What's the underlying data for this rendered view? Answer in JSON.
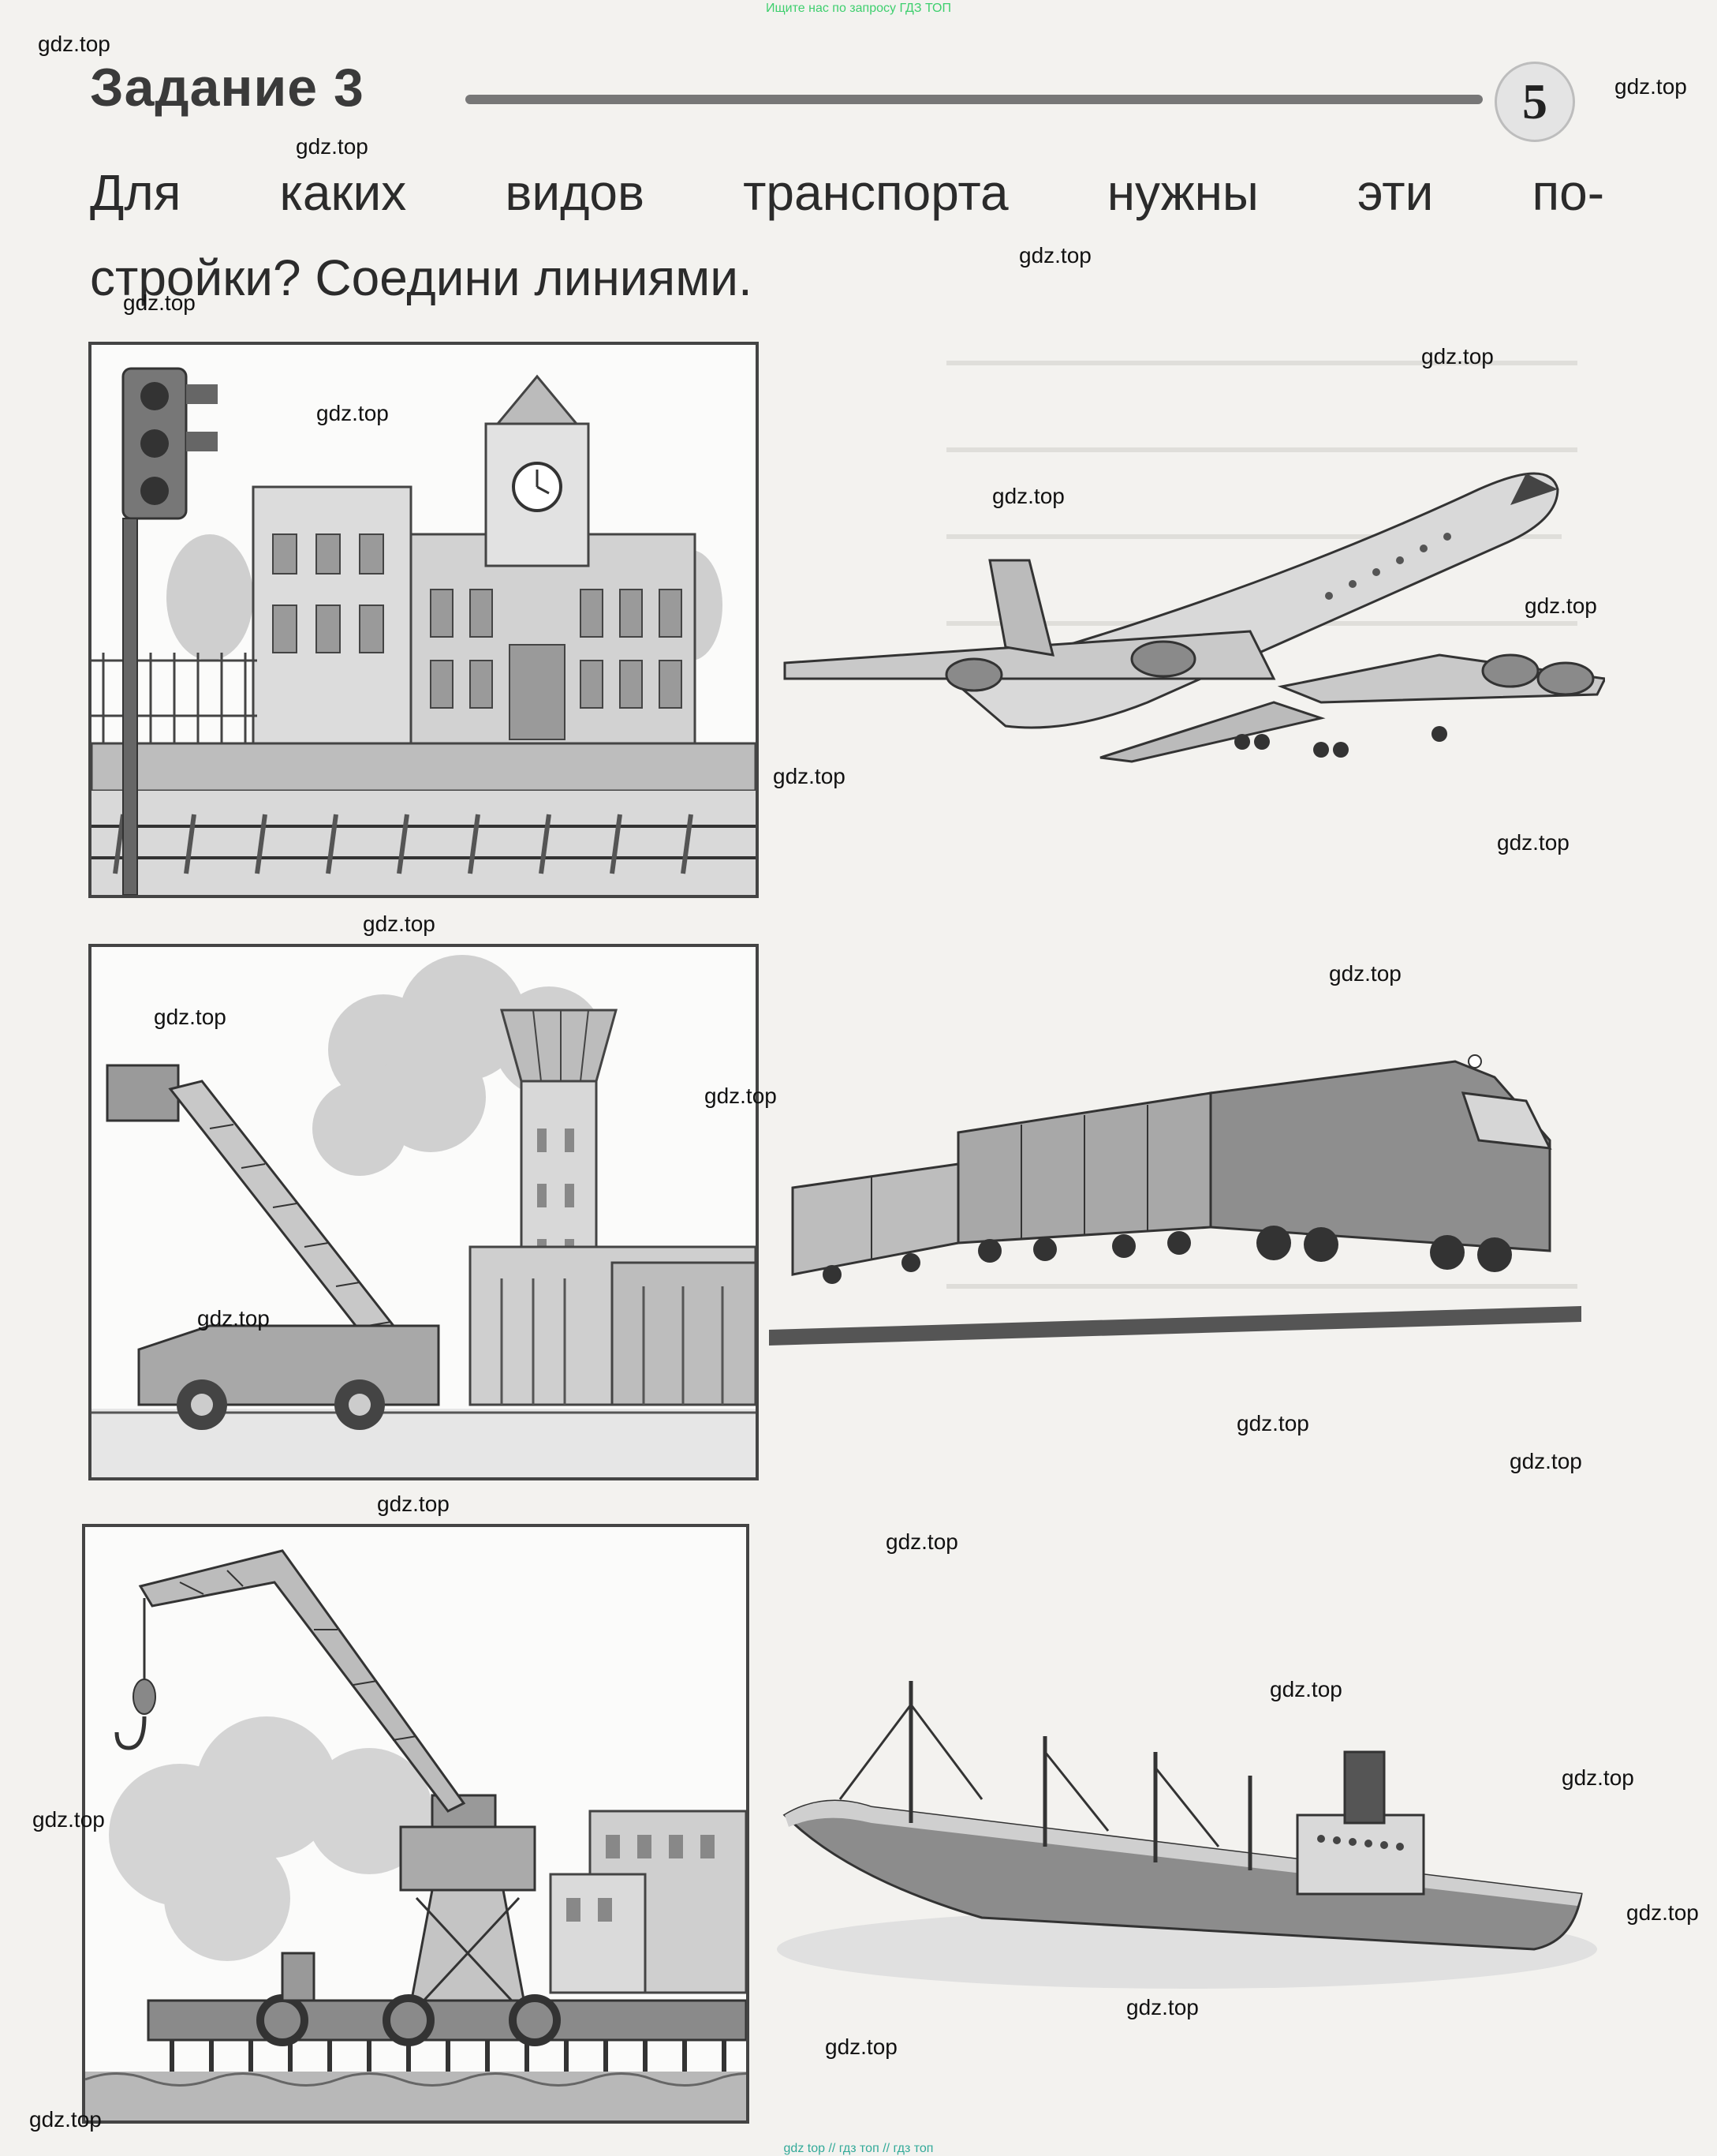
{
  "top_note": "Ищите нас по запросу ГДЗ ТОП",
  "task": {
    "title": "Задание 3",
    "page_number": "5",
    "instruction_line1": "Для каких видов транспорта нужны эти по-",
    "instruction_line2": "стройки? Соедини линиями."
  },
  "left_pictures": [
    {
      "name": "railway-station"
    },
    {
      "name": "airport"
    },
    {
      "name": "seaport"
    }
  ],
  "right_pictures": [
    {
      "name": "airplane"
    },
    {
      "name": "train"
    },
    {
      "name": "ship"
    }
  ],
  "watermark": "gdz.top",
  "footer": "gdz top  //  гдз топ  //  гдз топ"
}
